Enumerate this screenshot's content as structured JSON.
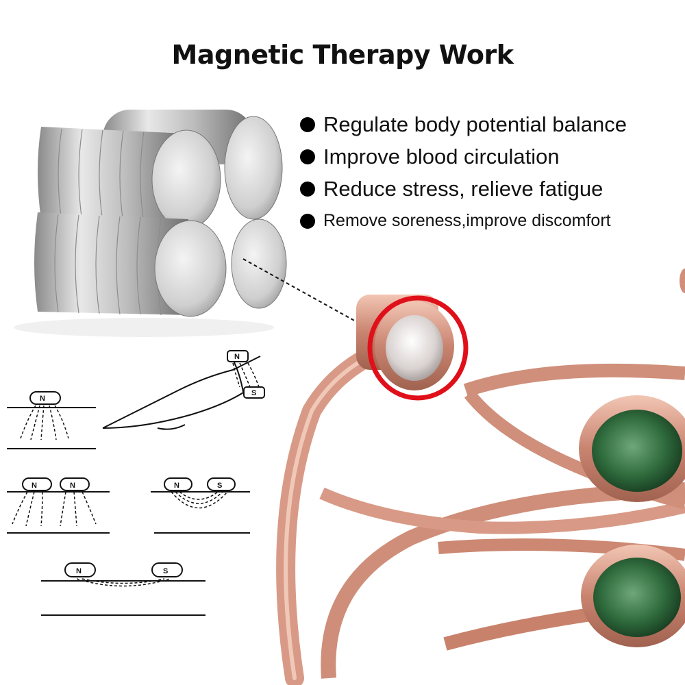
{
  "title": "Magnetic Therapy Work",
  "benefits": [
    "Regulate body potential balance",
    "Improve blood circulation",
    "Reduce stress, relieve fatigue",
    "Remove soreness,improve discomfort"
  ],
  "diagram_labels": {
    "n": "N",
    "s": "S"
  },
  "colors": {
    "highlight_ring": "#e0101a",
    "copper": "#d89a86",
    "stone": "#2f6b3c"
  }
}
